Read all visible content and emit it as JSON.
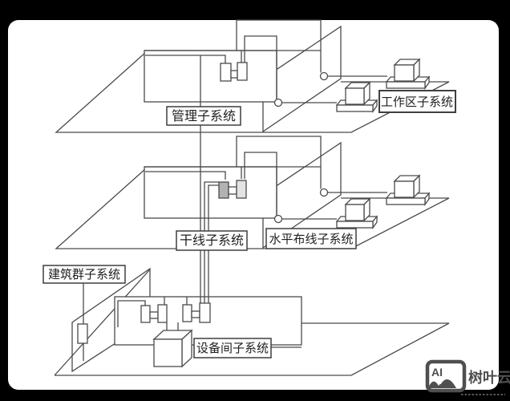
{
  "diagram": {
    "labels": {
      "management": "管理子系统",
      "work_area": "工作区子系统",
      "backbone": "干线子系统",
      "horizontal_cabling": "水平布线子系统",
      "campus": "建筑群子系统",
      "equipment_room": "设备间子系统"
    },
    "colors": {
      "line": "#4a4a4a",
      "frame": "#000000",
      "paper": "#ffffff",
      "shaded_panel": "#b2b2b2",
      "light_panel": "#e3e3e3",
      "watermark": "#4f4f4f"
    }
  },
  "watermark": {
    "icon_text": "AI",
    "brand": "树叶云"
  }
}
